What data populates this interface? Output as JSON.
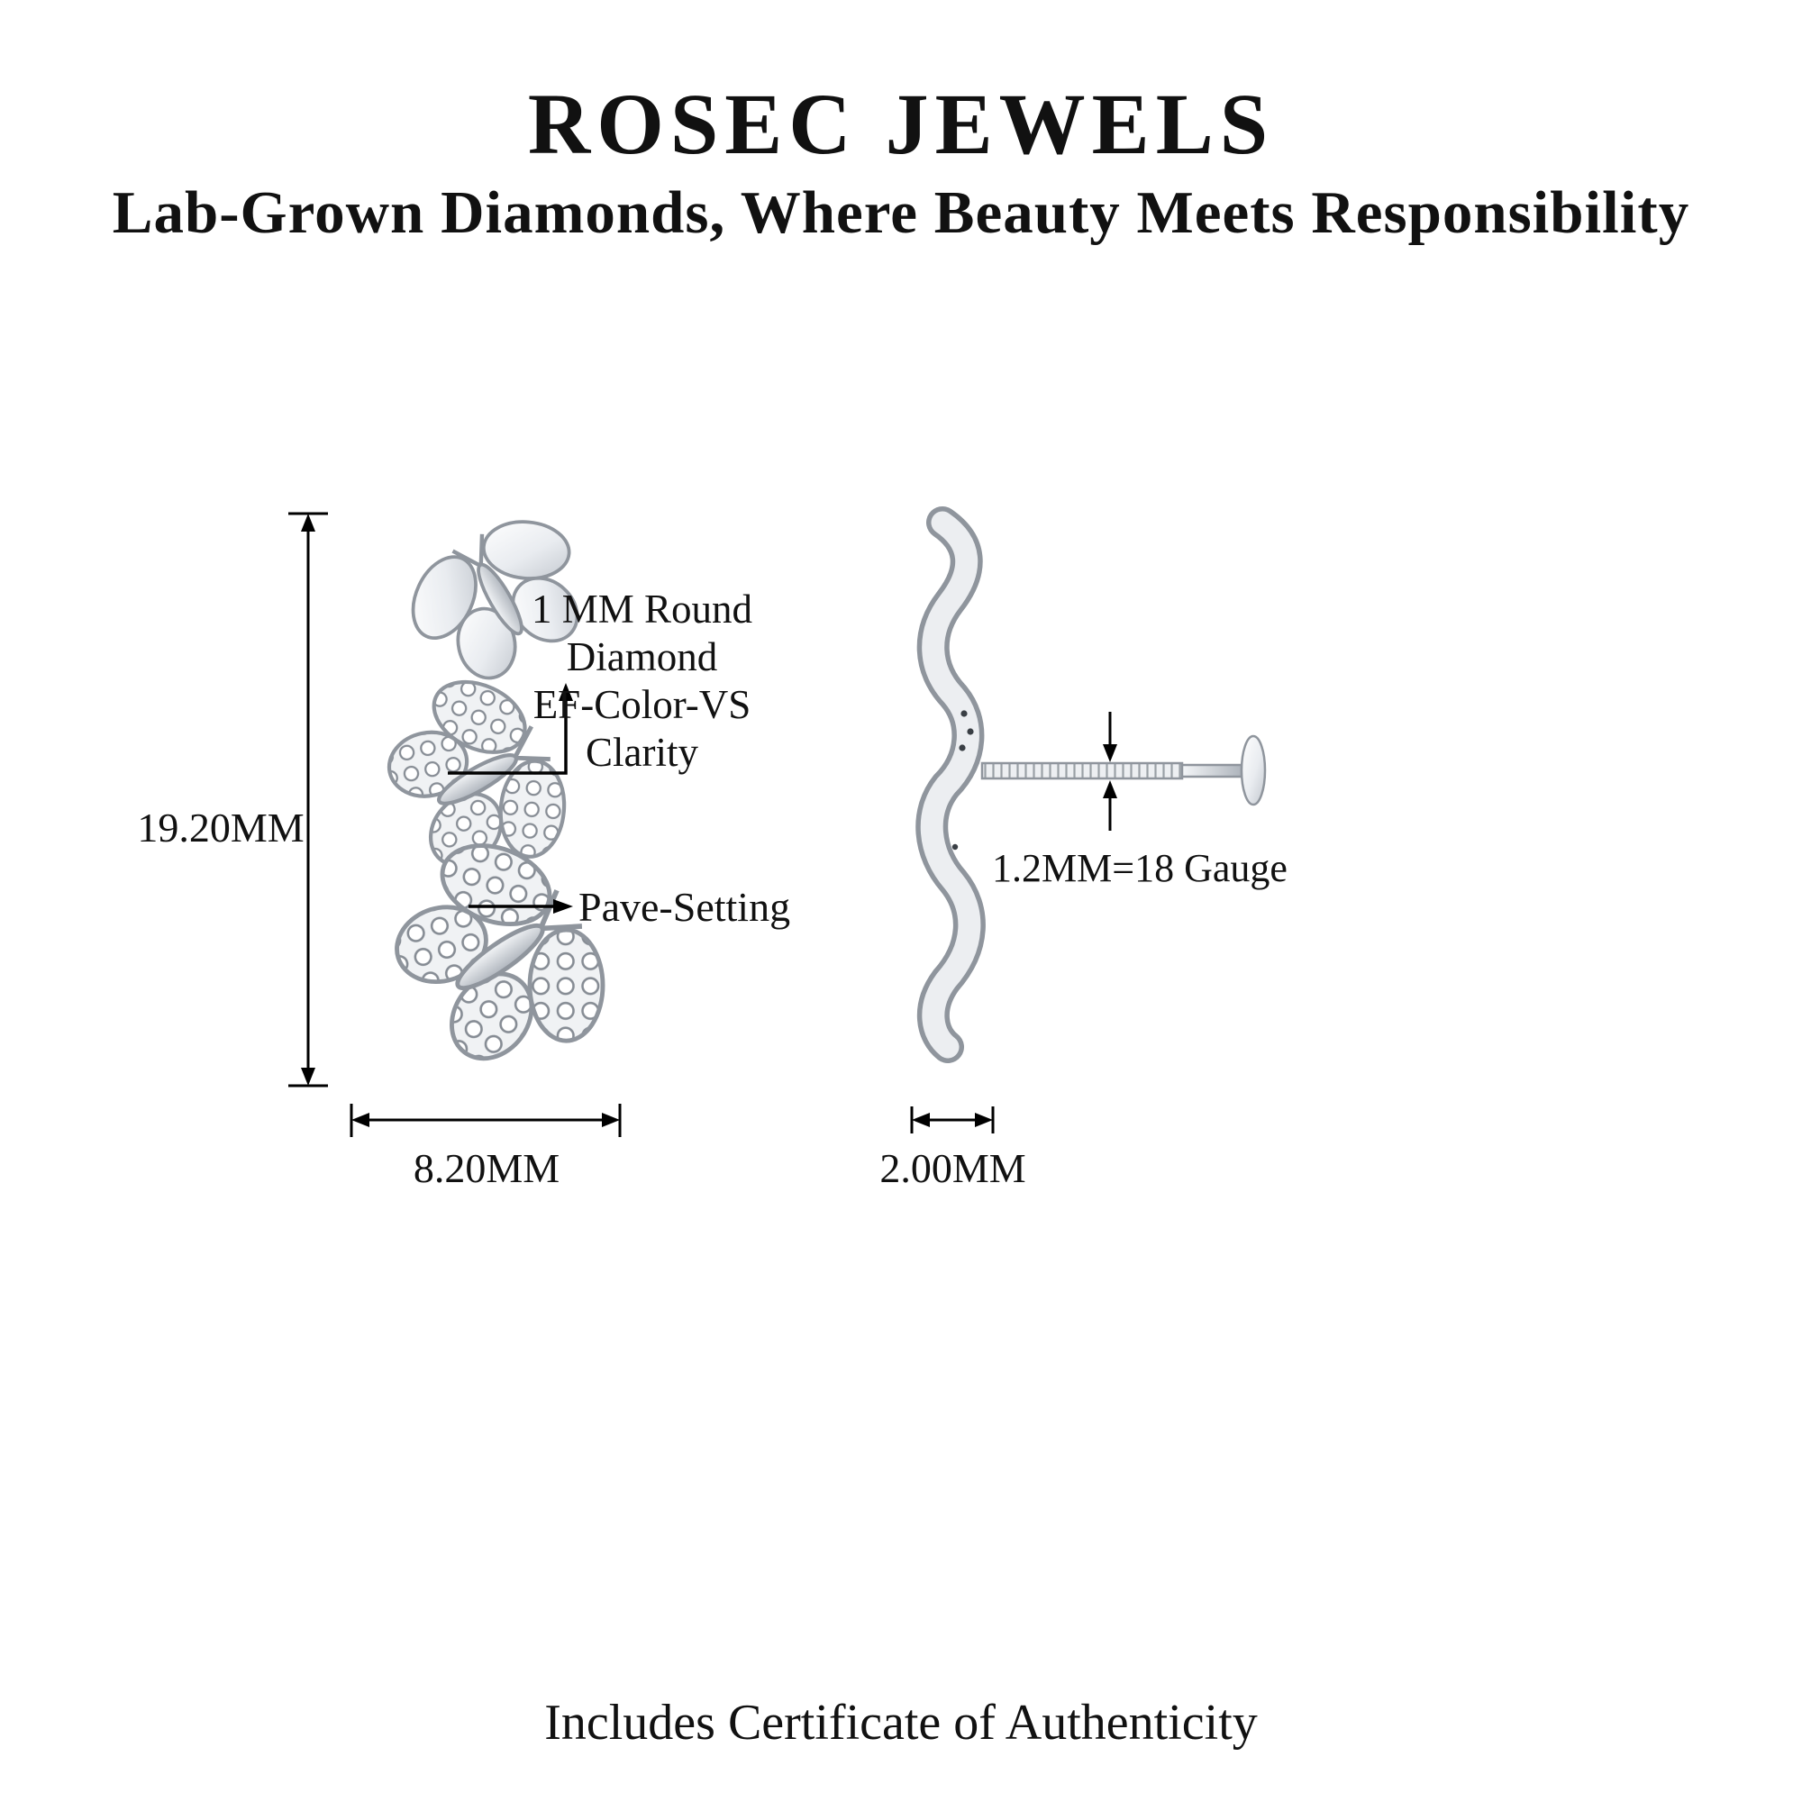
{
  "header": {
    "brand": "ROSEC JEWELS",
    "tagline": "Lab-Grown Diamonds, Where Beauty Meets Responsibility"
  },
  "front_view": {
    "height": "19.20MM",
    "width": "8.20MM",
    "diamond_note_line1": "1 MM Round Diamond",
    "diamond_note_line2": "EF-Color-VS Clarity",
    "pave_label": "Pave-Setting"
  },
  "side_view": {
    "gauge": "1.2MM=18 Gauge",
    "width": "2.00MM"
  },
  "footer": {
    "certificate": "Includes Certificate of Authenticity"
  },
  "colors": {
    "text": "#111111",
    "metal_outline": "#8f959d",
    "metal_light": "#f4f6f8",
    "metal_mid": "#d9dde2",
    "arrow": "#000000"
  }
}
